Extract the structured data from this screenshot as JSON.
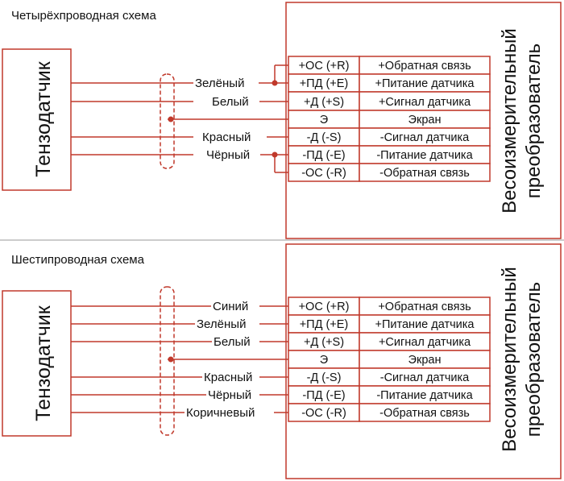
{
  "colors": {
    "line": "#c0392b",
    "text": "#111111",
    "separator": "#9a9a9a"
  },
  "sections": [
    {
      "title": "Четырёхпроводная  схема",
      "sensor_label": "Тензодатчик",
      "converter_label": [
        "Весоизмерительный",
        "преобразователь"
      ],
      "rows": [
        {
          "wire": "Зелёный",
          "terminal": "+ОС (+R)",
          "function": "+Обратная связь"
        },
        {
          "wire": "",
          "terminal": "+ПД (+E)",
          "function": "+Питание датчика"
        },
        {
          "wire": "Белый",
          "terminal": "+Д (+S)",
          "function": "+Сигнал датчика"
        },
        {
          "wire": "",
          "terminal": "Э",
          "function": "Экран"
        },
        {
          "wire": "Красный",
          "terminal": "-Д (-S)",
          "function": "-Сигнал датчика"
        },
        {
          "wire": "Чёрный",
          "terminal": "-ПД (-E)",
          "function": "-Питание датчика"
        },
        {
          "wire": "",
          "terminal": "-ОС (-R)",
          "function": "-Обратная связь"
        }
      ]
    },
    {
      "title": "Шестипроводная  схема",
      "sensor_label": "Тензодатчик",
      "converter_label": [
        "Весоизмерительный",
        "преобразователь"
      ],
      "rows": [
        {
          "wire": "Синий",
          "terminal": "+ОС (+R)",
          "function": "+Обратная связь"
        },
        {
          "wire": "Зелёный",
          "terminal": "+ПД (+E)",
          "function": "+Питание датчика"
        },
        {
          "wire": "Белый",
          "terminal": "+Д (+S)",
          "function": "+Сигнал датчика"
        },
        {
          "wire": "",
          "terminal": "Э",
          "function": "Экран"
        },
        {
          "wire": "Красный",
          "terminal": "-Д (-S)",
          "function": "-Сигнал датчика"
        },
        {
          "wire": "Чёрный",
          "terminal": "-ПД (-E)",
          "function": "-Питание датчика"
        },
        {
          "wire": "Коричневый",
          "terminal": "-ОС (-R)",
          "function": "-Обратная связь"
        }
      ]
    }
  ]
}
